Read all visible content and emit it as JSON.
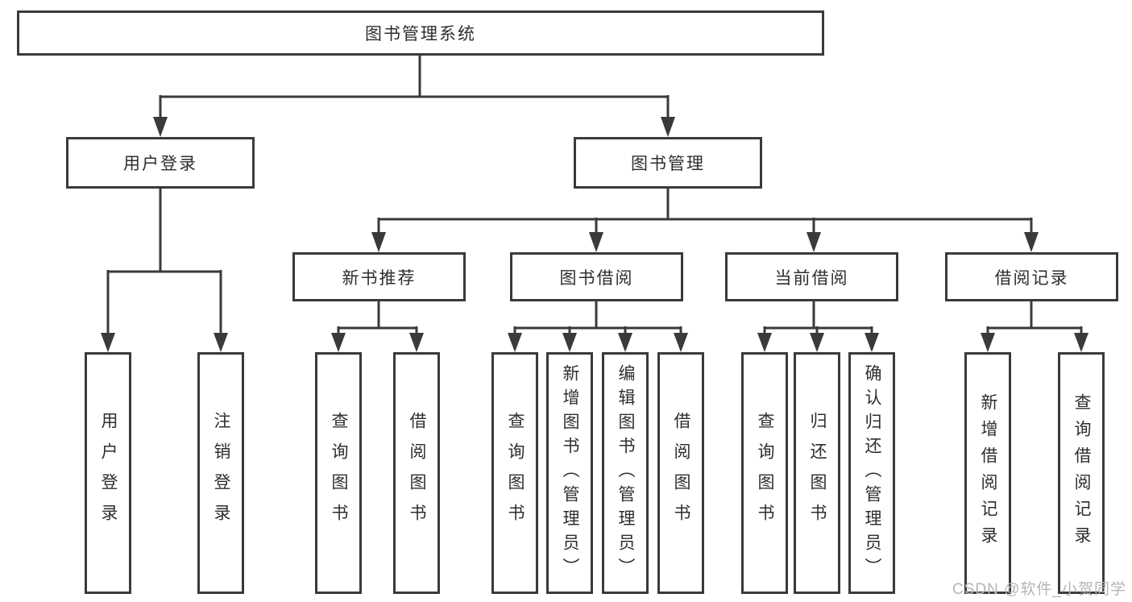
{
  "diagram": {
    "root": "图书管理系统",
    "level2": [
      {
        "label": "用户登录"
      },
      {
        "label": "图书管理"
      }
    ],
    "level3": [
      {
        "label": "新书推荐",
        "parent": "图书管理"
      },
      {
        "label": "图书借阅",
        "parent": "图书管理"
      },
      {
        "label": "当前借阅",
        "parent": "图书管理"
      },
      {
        "label": "借阅记录",
        "parent": "图书管理"
      }
    ],
    "leaves": [
      {
        "label": "用户登录",
        "parent": "用户登录"
      },
      {
        "label": "注销登录",
        "parent": "用户登录"
      },
      {
        "label": "查询图书",
        "parent": "新书推荐"
      },
      {
        "label": "借阅图书",
        "parent": "新书推荐"
      },
      {
        "label": "查询图书",
        "parent": "图书借阅"
      },
      {
        "label": "新增图书（管理员）",
        "parent": "图书借阅"
      },
      {
        "label": "编辑图书（管理员）",
        "parent": "图书借阅"
      },
      {
        "label": "借阅图书",
        "parent": "图书借阅"
      },
      {
        "label": "查询图书",
        "parent": "当前借阅"
      },
      {
        "label": "归还图书",
        "parent": "当前借阅"
      },
      {
        "label": "确认归还（管理员）",
        "parent": "当前借阅"
      },
      {
        "label": "新增借阅记录",
        "parent": "借阅记录"
      },
      {
        "label": "查询借阅记录",
        "parent": "借阅记录"
      }
    ]
  },
  "watermark": "CSDN @软件_小贺同学",
  "colors": {
    "line": "#3a3a3a",
    "text": "#2e2e2e",
    "background": "#ffffff",
    "watermark": "#b5b5b5"
  }
}
